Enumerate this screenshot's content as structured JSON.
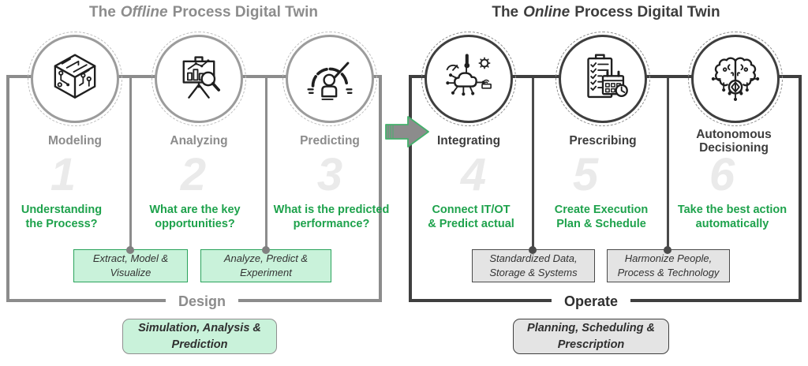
{
  "offline": {
    "title": {
      "pre": "The",
      "emph": "Offline",
      "post": "Process Digital Twin"
    },
    "bracket_label": "Design",
    "summary": {
      "line1": "Simulation, Analysis &",
      "line2": "Prediction"
    }
  },
  "online": {
    "title": {
      "pre": "The",
      "emph": "Online",
      "post": "Process Digital Twin"
    },
    "bracket_label": "Operate",
    "summary": {
      "line1": "Planning, Scheduling &",
      "line2": "Prescription"
    }
  },
  "stages": [
    {
      "number": "1",
      "label": "Modeling",
      "icon": "cube-circuit-icon",
      "question": [
        "Understanding",
        "the Process?"
      ]
    },
    {
      "number": "2",
      "label": "Analyzing",
      "icon": "chart-magnifier-icon",
      "question": [
        "What are the key",
        "opportunities?"
      ]
    },
    {
      "number": "3",
      "label": "Predicting",
      "icon": "gauge-person-icon",
      "question": [
        "What is the predicted",
        "performance?"
      ]
    },
    {
      "number": "4",
      "label": "Integrating",
      "icon": "iot-cloud-icon",
      "question": [
        "Connect IT/OT",
        "& Predict actual"
      ]
    },
    {
      "number": "5",
      "label": "Prescribing",
      "icon": "checklist-calendar-icon",
      "question": [
        "Create Execution",
        "Plan & Schedule"
      ]
    },
    {
      "number": "6",
      "label": "Autonomous Decisioning",
      "icon": "brain-circuit-icon",
      "question": [
        "Take the best action",
        "automatically"
      ]
    }
  ],
  "info_boxes": [
    {
      "line1": "Extract, Model &",
      "line2": "Visualize",
      "style": "green"
    },
    {
      "line1": "Analyze, Predict &",
      "line2": "Experiment",
      "style": "green"
    },
    {
      "line1": "Standardized Data,",
      "line2": "Storage & Systems",
      "style": "gray"
    },
    {
      "line1": "Harmonize People,",
      "line2": "Process & Technology",
      "style": "gray"
    }
  ],
  "colors": {
    "accent_green_text": "#1ea24c",
    "mint_fill": "#c9f2da",
    "mint_border": "#2ba35c",
    "gray_fill": "#e4e4e4",
    "offline_gray": "#8c8c8c",
    "online_dark": "#3f3f3f",
    "ghost_number": "#eaeaea",
    "arrow_fill": "#8c8c8c",
    "arrow_outline": "#43b06b"
  }
}
